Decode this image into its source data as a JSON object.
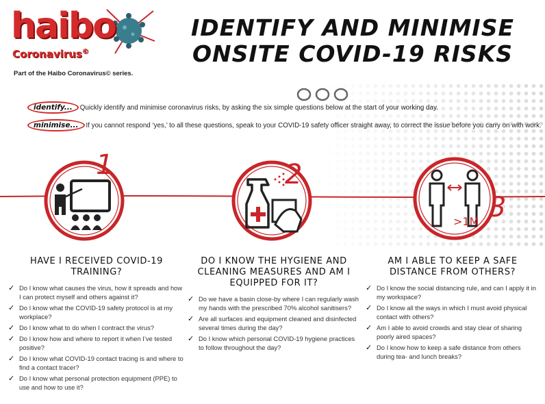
{
  "logo": {
    "word": "haibo",
    "sub": "Coronavirus",
    "sub_mark": "©",
    "tagline": "Part of the Haibo Coronavirus© series."
  },
  "title": {
    "line1": "IDENTIFY AND MINIMISE",
    "line2": "ONSITE COVID-19 RISKS"
  },
  "intro": [
    {
      "tag": "identify...",
      "text": "Quickly identify and minimise coronavirus risks, by asking the six simple questions below at the start of your working day."
    },
    {
      "tag": "minimise...",
      "text": "If you cannot respond ‘yes,’ to all these questions, speak to your COVID-19 safety officer straight away, to correct the issue before you carry on with work."
    }
  ],
  "icons": {
    "one": {
      "number": "1",
      "icon": "training-presentation-icon"
    },
    "two": {
      "number": "2",
      "icon": "sanitiser-spray-icon"
    },
    "three": {
      "number": "3",
      "icon": "social-distance-icon",
      "label": ">1M"
    }
  },
  "sections": [
    {
      "heading": "HAVE I RECEIVED COVID-19 TRAINING?",
      "items": [
        "Do I know what causes the virus, how it spreads and how I can protect myself and others against it?",
        "Do I know what the COVID-19 safety protocol is at my workplace?",
        "Do I know what to do when I contract the virus?",
        "Do I know how and where to report it when I’ve tested positive?",
        "Do I know what COVID-19 contact tracing is and where to find a contact tracer?",
        "Do I know what personal protection equipment (PPE) to use and how to use it?"
      ]
    },
    {
      "heading": "DO I KNOW THE HYGIENE AND CLEANING MEASURES AND AM I EQUIPPED FOR IT?",
      "items": [
        "Do we have a basin close-by where I can regularly wash my hands with the prescribed 70% alcohol sanitisers?",
        "Are all surfaces and equipment cleaned and disinfected several times during the day?",
        "Do I know which personal COVID-19 hygiene practices to follow throughout the day?"
      ]
    },
    {
      "heading": "AM I ABLE TO KEEP A SAFE DISTANCE FROM OTHERS?",
      "items": [
        "Do I know the social distancing rule, and can I apply it in my workspace?",
        "Do I know all the ways in which I must avoid physical contact with others?",
        "Am I able to avoid crowds and stay clear of sharing poorly aired spaces?",
        "Do I know how to keep a safe distance from others during tea- and lunch breaks?"
      ]
    }
  ],
  "colors": {
    "accent": "#d42a2a",
    "virus": "#3a7d8c"
  }
}
